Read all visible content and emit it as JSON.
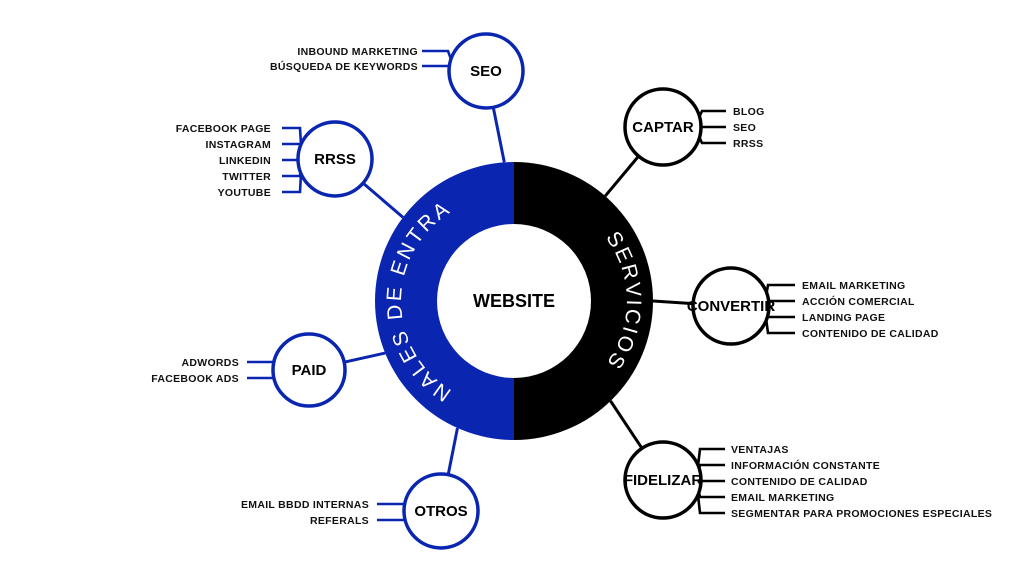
{
  "colors": {
    "blue": "#0a25b0",
    "black": "#000000",
    "white": "#ffffff"
  },
  "center": {
    "title": "WEBSITE"
  },
  "ring": {
    "left_label": "CANALES DE ENTRADA",
    "right_label": "SERVICIOS"
  },
  "channels": [
    {
      "title": "SEO",
      "items": [
        "INBOUND MARKETING",
        "BÚSQUEDA DE KEYWORDS"
      ]
    },
    {
      "title": "RRSS",
      "items": [
        "FACEBOOK PAGE",
        "INSTAGRAM",
        "LINKEDIN",
        "TWITTER",
        "YOUTUBE"
      ]
    },
    {
      "title": "PAID",
      "items": [
        "ADWORDS",
        "FACEBOOK ADS"
      ]
    },
    {
      "title": "OTROS",
      "items": [
        "EMAIL BBDD INTERNAS",
        "REFERALS"
      ]
    }
  ],
  "services": [
    {
      "title": "CAPTAR",
      "items": [
        "BLOG",
        "SEO",
        "RRSS"
      ]
    },
    {
      "title": "CONVERTIR",
      "items": [
        "EMAIL MARKETING",
        "ACCIÓN COMERCIAL",
        "LANDING PAGE",
        "CONTENIDO DE CALIDAD"
      ]
    },
    {
      "title": "FIDELIZAR",
      "items": [
        "VENTAJAS",
        "INFORMACIÓN CONSTANTE",
        "CONTENIDO DE CALIDAD",
        "EMAIL MARKETING",
        "SEGMENTAR PARA PROMOCIONES ESPECIALES"
      ]
    }
  ]
}
